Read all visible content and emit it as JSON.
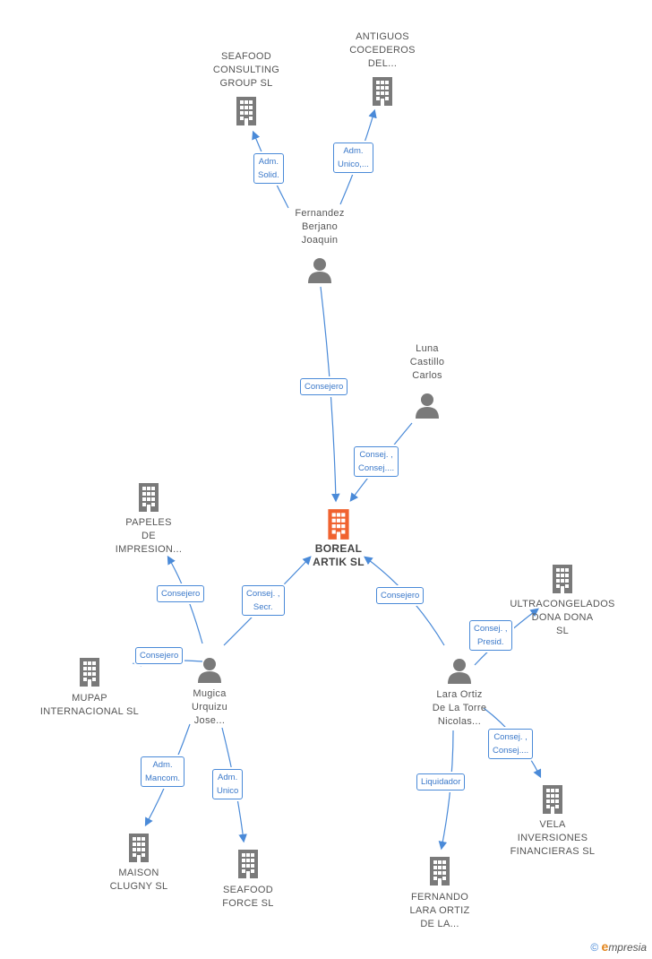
{
  "center": {
    "label": "BOREAL\nARTIK SL",
    "color": "#f0622f"
  },
  "colors": {
    "building": "#7a7a7a",
    "person": "#7a7a7a",
    "edge": "#4a8ad8",
    "center": "#f0622f"
  },
  "nodes": {
    "seafood_consulting": {
      "label": "SEAFOOD\nCONSULTING\nGROUP SL",
      "type": "building"
    },
    "antiguos_cocederos": {
      "label": "ANTIGUOS\nCOCEDEROS\nDEL...",
      "type": "building"
    },
    "fernandez_berjano": {
      "label": "Fernandez\nBerjano\nJoaquin",
      "type": "person"
    },
    "luna_castillo": {
      "label": "Luna\nCastillo\nCarlos",
      "type": "person"
    },
    "papeles_impresion": {
      "label": "PAPELES\nDE\nIMPRESION...",
      "type": "building"
    },
    "ultracongelados": {
      "label": "ULTRACONGELADOS\nDONA DONA\nSL",
      "type": "building"
    },
    "mupap": {
      "label": "MUPAP\nINTERNACIONAL SL",
      "type": "building"
    },
    "mugica_urquizu": {
      "label": "Mugica\nUrquizu\nJose...",
      "type": "person"
    },
    "lara_ortiz": {
      "label": "Lara Ortiz\nDe La Torre\nNicolas...",
      "type": "person"
    },
    "maison_clugny": {
      "label": "MAISON\nCLUGNY SL",
      "type": "building"
    },
    "seafood_force": {
      "label": "SEAFOOD\nFORCE SL",
      "type": "building"
    },
    "fernando_lara": {
      "label": "FERNANDO\nLARA ORTIZ\nDE LA...",
      "type": "building"
    },
    "vela_inversiones": {
      "label": "VELA\nINVERSIONES\nFINANCIERAS SL",
      "type": "building"
    }
  },
  "edges": {
    "e1": "Adm.\nSolid.",
    "e2": "Adm.\nUnico,...",
    "e3": "Consejero",
    "e4": "Consej. ,\nConsej....",
    "e5": "Consejero",
    "e6": "Consej. ,\nSecr.",
    "e7": "Consejero",
    "e8": "Consejero",
    "e9": "Consej. ,\nPresid.",
    "e10": "Adm.\nMancom.",
    "e11": "Adm.\nUnico",
    "e12": "Liquidador",
    "e13": "Consej. ,\nConsej...."
  },
  "footer": {
    "symbol": "©",
    "brand_e": "e",
    "brand_rest": "mpresia"
  }
}
